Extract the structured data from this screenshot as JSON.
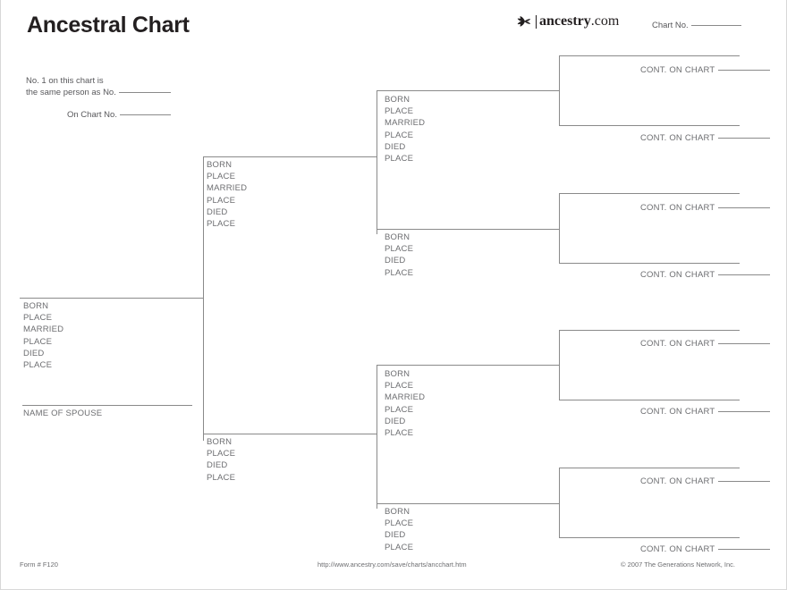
{
  "document": {
    "title": "Ancestral Chart",
    "brand": {
      "name_bold": "ancestry",
      "name_light": ".com",
      "mark_icon": "ancestry-leaf-icon"
    },
    "chart_no_label": "Chart No.",
    "instructions": {
      "line1": "No. 1 on this chart is",
      "line2": "the same person as No.",
      "line3": "On Chart No."
    },
    "footer": {
      "form_number": "Form # F120",
      "url": "http://www.ancestry.com/save/charts/ancchart.htm",
      "copyright": "© 2007 The Generations Network, Inc."
    }
  },
  "labels": {
    "born": "BORN",
    "place": "PLACE",
    "married": "MARRIED",
    "died": "DIED",
    "spouse": "NAME OF SPOUSE",
    "cont_on_chart": "CONT. ON CHART"
  },
  "chart_data": {
    "type": "diagram",
    "kind": "pedigree-ancestral-chart",
    "generations": 4,
    "person_full_fields": [
      "BORN",
      "PLACE",
      "MARRIED",
      "PLACE",
      "DIED",
      "PLACE"
    ],
    "person_short_fields": [
      "BORN",
      "PLACE",
      "DIED",
      "PLACE"
    ],
    "subject": {
      "fields": [
        "BORN",
        "PLACE",
        "MARRIED",
        "PLACE",
        "DIED",
        "PLACE"
      ],
      "spouse_label": "NAME OF SPOUSE"
    },
    "generation2": [
      {
        "id": "father",
        "fields": [
          "BORN",
          "PLACE",
          "MARRIED",
          "PLACE",
          "DIED",
          "PLACE"
        ]
      },
      {
        "id": "mother",
        "fields": [
          "BORN",
          "PLACE",
          "DIED",
          "PLACE"
        ]
      }
    ],
    "generation3": [
      {
        "id": "paternal-grandfather",
        "fields": [
          "BORN",
          "PLACE",
          "MARRIED",
          "PLACE",
          "DIED",
          "PLACE"
        ]
      },
      {
        "id": "paternal-grandmother",
        "fields": [
          "BORN",
          "PLACE",
          "DIED",
          "PLACE"
        ]
      },
      {
        "id": "maternal-grandfather",
        "fields": [
          "BORN",
          "PLACE",
          "MARRIED",
          "PLACE",
          "DIED",
          "PLACE"
        ]
      },
      {
        "id": "maternal-grandmother",
        "fields": [
          "BORN",
          "PLACE",
          "DIED",
          "PLACE"
        ]
      }
    ],
    "generation4": [
      {
        "id": "great-grandparent-1",
        "label": "CONT. ON CHART"
      },
      {
        "id": "great-grandparent-2",
        "label": "CONT. ON CHART"
      },
      {
        "id": "great-grandparent-3",
        "label": "CONT. ON CHART"
      },
      {
        "id": "great-grandparent-4",
        "label": "CONT. ON CHART"
      },
      {
        "id": "great-grandparent-5",
        "label": "CONT. ON CHART"
      },
      {
        "id": "great-grandparent-6",
        "label": "CONT. ON CHART"
      },
      {
        "id": "great-grandparent-7",
        "label": "CONT. ON CHART"
      },
      {
        "id": "great-grandparent-8",
        "label": "CONT. ON CHART"
      }
    ]
  },
  "colors": {
    "line": "#8a8a8a",
    "text": "#6d6e71",
    "title": "#231f20"
  }
}
